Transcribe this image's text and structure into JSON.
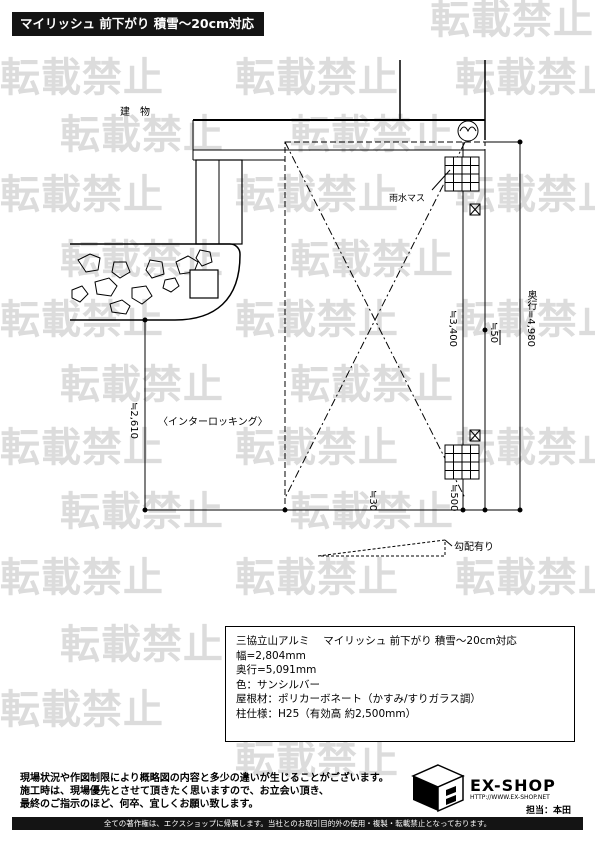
{
  "title": "マイリッシュ 前下がり 積雪～20cm対応",
  "watermark": "転載禁止",
  "drawing": {
    "building_label": "建　物",
    "rain_basin_label": "雨水マス",
    "interlocking_label": "〈インターロッキング〉",
    "slope_label": "勾配有り",
    "dim_depth": "奥行=4,980",
    "dim_inner": "≒3,400",
    "dim_50": "≒50",
    "dim_height": "≒2,610",
    "dim_30": "≒30",
    "dim_500": "≒500"
  },
  "spec": {
    "product": "三協立山アルミ　 マイリッシュ 前下がり 積雪～20cm対応",
    "width": "幅=2,804mm",
    "depth": "奥行=5,091mm",
    "color": "色：サンシルバー",
    "roof": "屋根材：ポリカーボネート（かすみ/すりガラス調）",
    "post": "柱仕様：H25（有効高 約2,500mm）"
  },
  "notes": [
    "現場状況や作図制限により概略図の内容と多少の違いが生じることがございます。",
    "施工時は、現場優先とさせて頂きたく思いますので、お立会い頂き、",
    "最終のご指示のほど、何卒、宜しくお願い致します。"
  ],
  "logo": {
    "name": "EX-SHOP",
    "url": "HTTP://WWW.EX-SHOP.NET",
    "rep": "担当：本田"
  },
  "footer": "全ての著作権は、エクスショップに帰属します。当社とのお取引目的外の使用・複製・転載禁止となっております。"
}
